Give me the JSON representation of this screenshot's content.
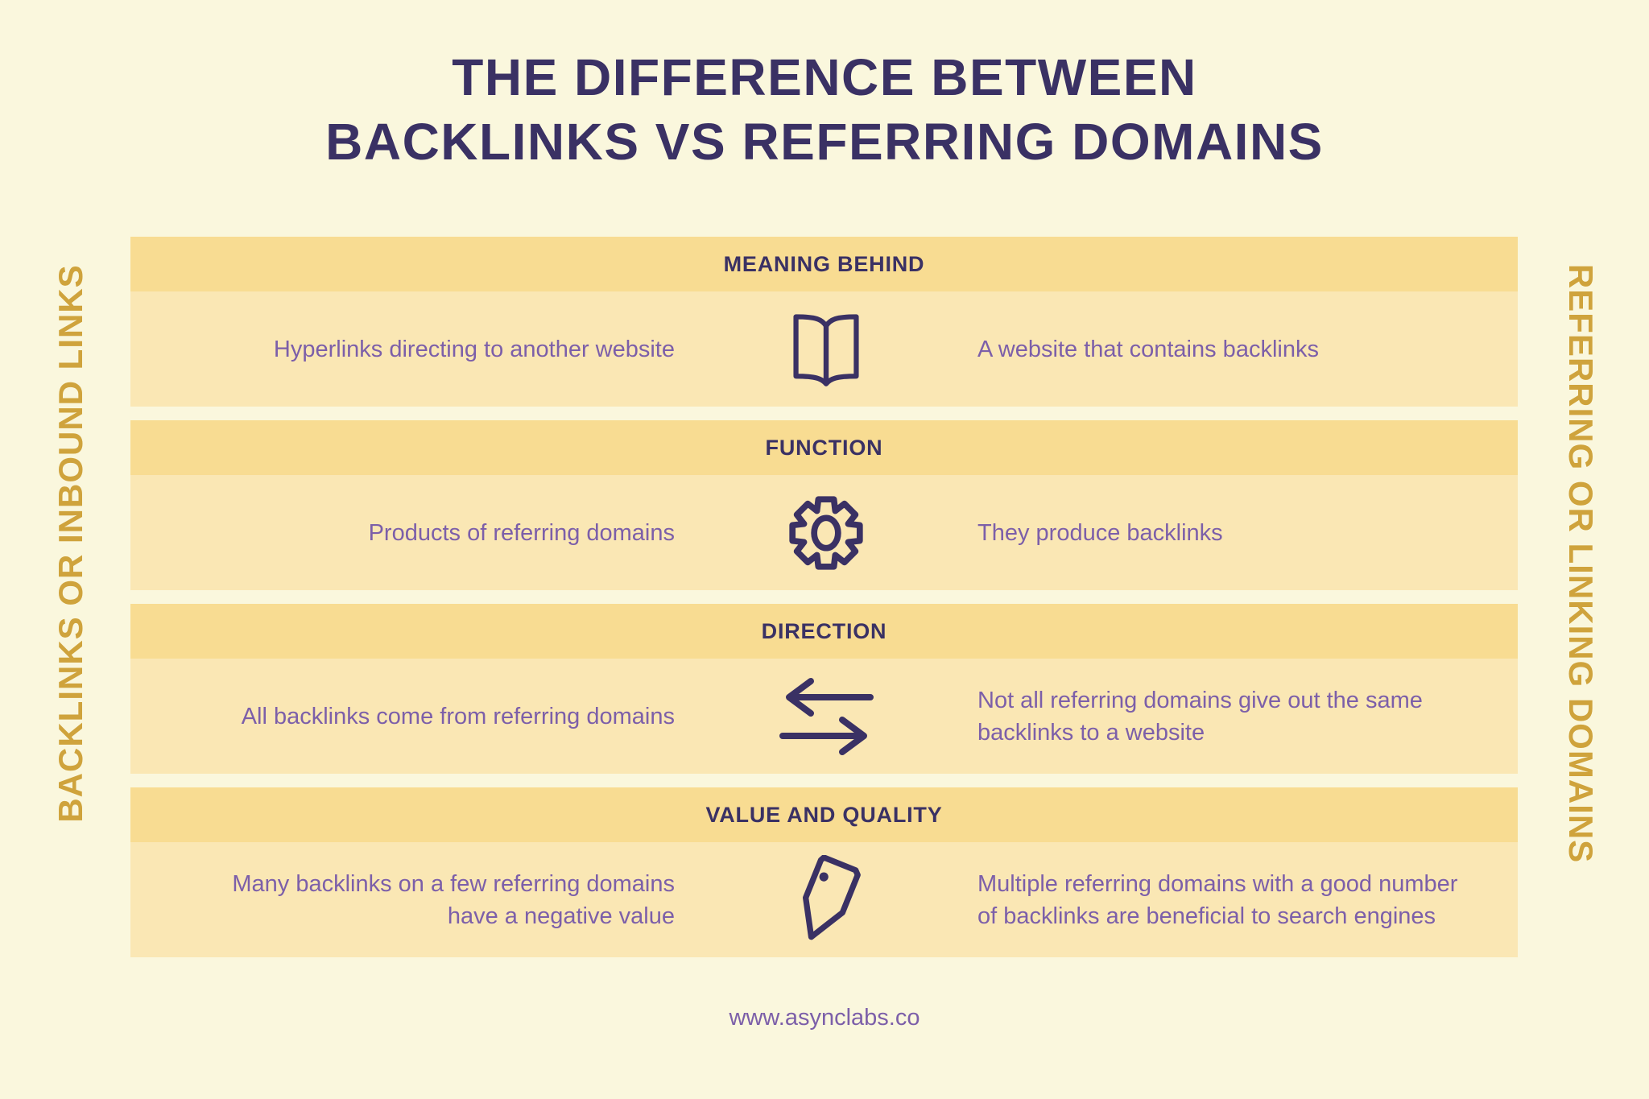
{
  "title": "THE DIFFERENCE BETWEEN\nBACKLINKS VS REFERRING DOMAINS",
  "side_labels": {
    "left": "BACKLINKS OR INBOUND LINKS",
    "right": "REFERRING OR LINKING DOMAINS"
  },
  "sections": [
    {
      "header": "MEANING BEHIND",
      "icon": "open-book-icon",
      "left": "Hyperlinks directing to another website",
      "right": "A website that contains backlinks"
    },
    {
      "header": "FUNCTION",
      "icon": "gear-icon",
      "left": "Products of referring domains",
      "right": "They produce backlinks"
    },
    {
      "header": "DIRECTION",
      "icon": "left-right-arrows-icon",
      "left": "All backlinks come from referring domains",
      "right": "Not all referring domains give out the same\nbacklinks to a website"
    },
    {
      "header": "VALUE AND QUALITY",
      "icon": "price-tag-icon",
      "left": "Many backlinks on a few referring domains\nhave a negative value",
      "right": "Multiple referring domains with a good number\nof backlinks are beneficial to search engines"
    }
  ],
  "footer": {
    "url": "www.asynclabs.co"
  },
  "colors": {
    "background": "#FAF7DD",
    "header_band": "#F8DC92",
    "content_band": "#FAE7B4",
    "heading_navy": "#3A3164",
    "body_purple": "#7C5FA9",
    "side_gold": "#CFA33C"
  }
}
